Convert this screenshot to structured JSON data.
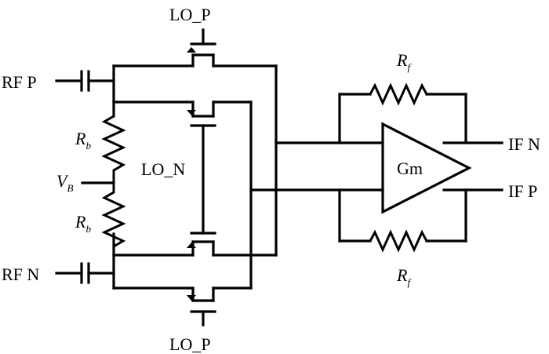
{
  "labels": {
    "lo_p_top": "LO_P",
    "lo_p_bottom": "LO_P",
    "lo_n": "LO_N",
    "rf_p": "RF P",
    "rf_n": "RF N",
    "if_n": "IF N",
    "if_p": "IF P",
    "gm": "Gm",
    "rf_top": {
      "main": "R",
      "sub": "f"
    },
    "rf_bottom": {
      "main": "R",
      "sub": "f"
    },
    "rb_top": {
      "main": "R",
      "sub": "b"
    },
    "rb_bottom": {
      "main": "R",
      "sub": "b"
    },
    "vb": {
      "main": "V",
      "sub": "B"
    }
  }
}
